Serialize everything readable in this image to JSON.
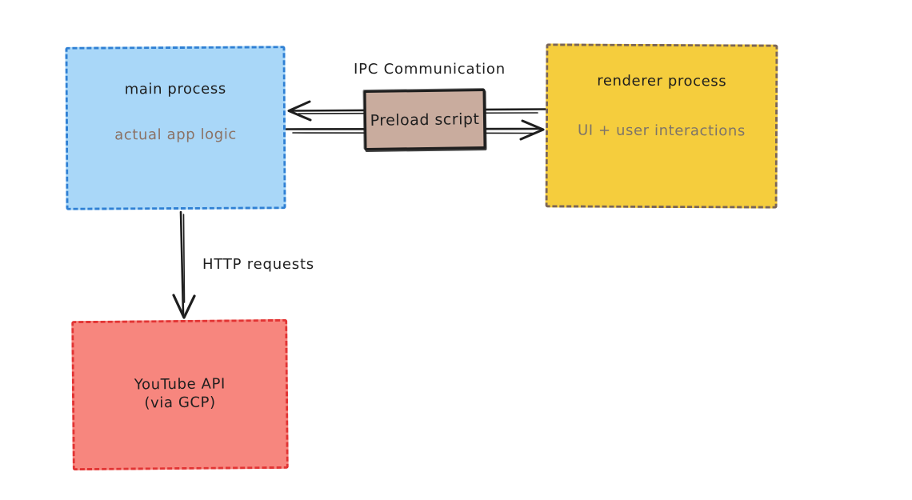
{
  "diagram": {
    "nodes": {
      "main_process": {
        "title": "main process",
        "subtitle": "actual app logic"
      },
      "renderer_process": {
        "title": "renderer process",
        "subtitle": "UI + user interactions"
      },
      "preload_script": {
        "label": "Preload script"
      },
      "youtube_api": {
        "line1": "YouTube API",
        "line2": "(via GCP)"
      }
    },
    "edge_labels": {
      "ipc": "IPC Communication",
      "http": "HTTP requests"
    },
    "colors": {
      "ink": "#1e1e1e",
      "main_process_fill": "#a9d7f8",
      "main_process_border": "#2f80d4",
      "main_process_subtitle": "#8b7265",
      "renderer_process_fill": "#f5cd3d",
      "renderer_process_border": "#7a6558",
      "renderer_process_subtitle": "#7d7469",
      "preload_fill": "#c9ac9e",
      "preload_border": "#1e1e1e",
      "youtube_fill": "#f7867e",
      "youtube_border": "#e23434",
      "background": "#ffffff"
    }
  }
}
